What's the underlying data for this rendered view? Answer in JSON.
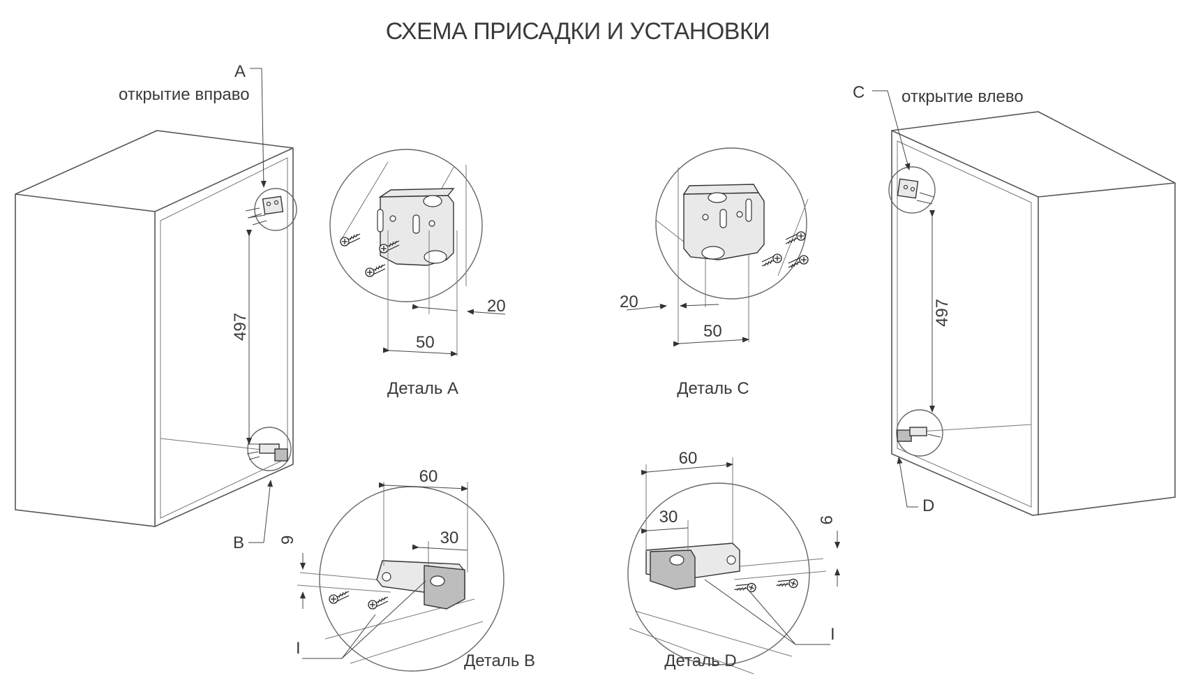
{
  "title": "СХЕМА ПРИСАДКИ И УСТАНОВКИ",
  "left_cabinet": {
    "marker_a": "A",
    "opening": "открытие вправо",
    "marker_b": "B",
    "height_dim": "497"
  },
  "right_cabinet": {
    "marker_c": "C",
    "opening": "открытие влево",
    "marker_d": "D",
    "height_dim": "497"
  },
  "detail_a": {
    "caption": "Деталь A",
    "dim_edge": "20",
    "dim_width": "50"
  },
  "detail_c": {
    "caption": "Деталь C",
    "dim_edge": "20",
    "dim_width": "50"
  },
  "detail_b": {
    "caption": "Деталь B",
    "dim_length": "60",
    "dim_offset": "30",
    "dim_height": "9",
    "marker": "I"
  },
  "detail_d": {
    "caption": "Деталь D",
    "dim_length": "60",
    "dim_offset": "30",
    "dim_height": "9",
    "marker": "I"
  }
}
